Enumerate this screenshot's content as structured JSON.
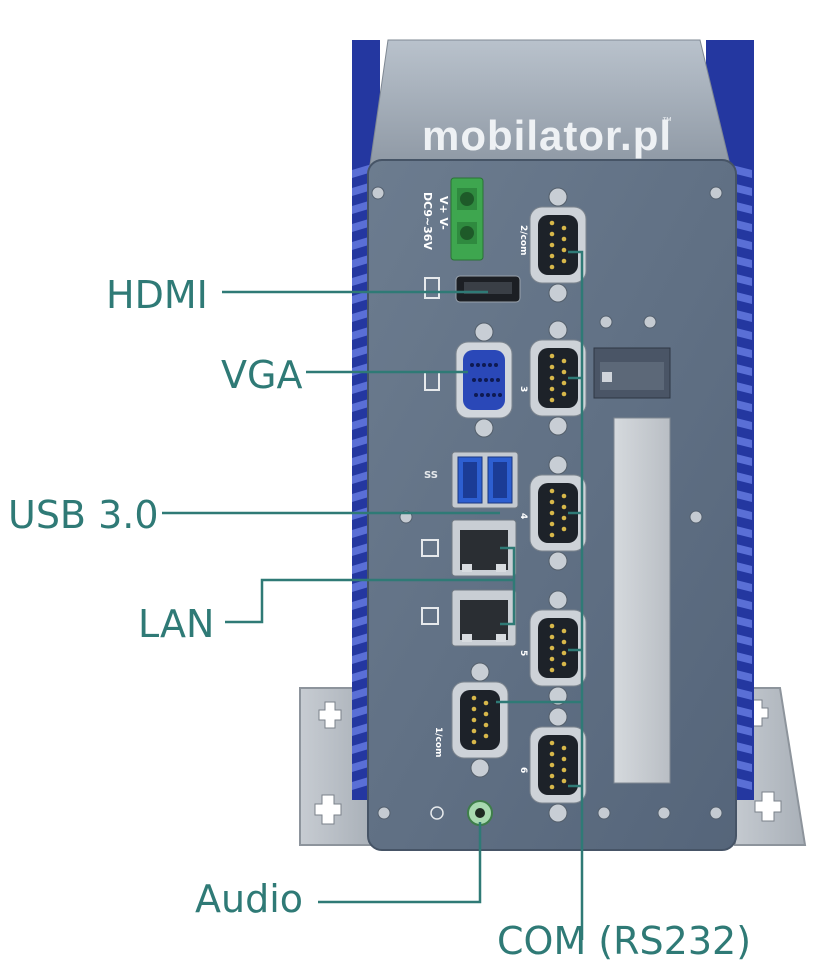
{
  "brand": {
    "logo_text": "mobilator.pl",
    "trademark": "™"
  },
  "device": {
    "power_polarity": "V+ V-",
    "power_rating": "DC9~36V",
    "com_port_marks": [
      "2/com",
      "3",
      "4",
      "5",
      "1/com",
      "6"
    ]
  },
  "callouts": {
    "hdmi": "HDMI",
    "vga": "VGA",
    "usb": "USB 3.0",
    "lan": "LAN",
    "audio": "Audio",
    "com": "COM (RS232)"
  },
  "colors": {
    "callout_text": "#2f7a76",
    "leader_line": "#2f7a76",
    "faceplate": "#5e6f82",
    "heatsink_fins": "#2b3fa8",
    "usb_blue": "#2d5fd1",
    "vga_blue": "#2a48b8"
  }
}
